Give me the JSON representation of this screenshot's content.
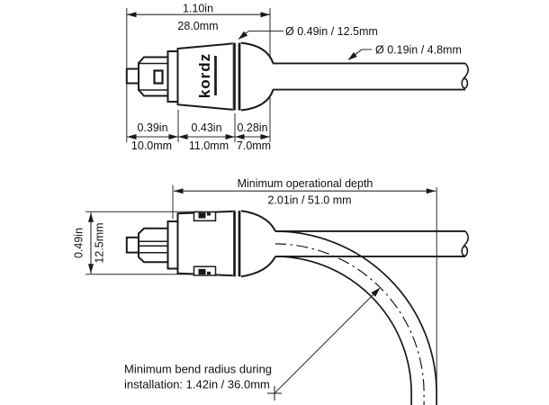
{
  "colors": {
    "background": "#ffffff",
    "drawing_line": "#1a1a1a",
    "dimension_line": "#2b2b2b",
    "text": "#111111"
  },
  "brand_label": "kordz",
  "top_view": {
    "overall": {
      "inches": "1.10in",
      "mm": "28.0mm"
    },
    "connector_diameter_label": "Ø 0.49in / 12.5mm",
    "cable_diameter_label": "Ø 0.19in / 4.8mm",
    "segments": [
      {
        "inches": "0.39in",
        "mm": "10.0mm"
      },
      {
        "inches": "0.43in",
        "mm": "11.0mm"
      },
      {
        "inches": "0.28in",
        "mm": "7.0mm"
      }
    ]
  },
  "side_view": {
    "depth_title": "Minimum operational depth",
    "depth_value": "2.01in / 51.0 mm",
    "height": {
      "inches": "0.49in",
      "mm": "12.5mm"
    },
    "bend_note": {
      "line1": "Minimum bend radius during",
      "line2": "installation: 1.42in / 36.0mm"
    }
  }
}
